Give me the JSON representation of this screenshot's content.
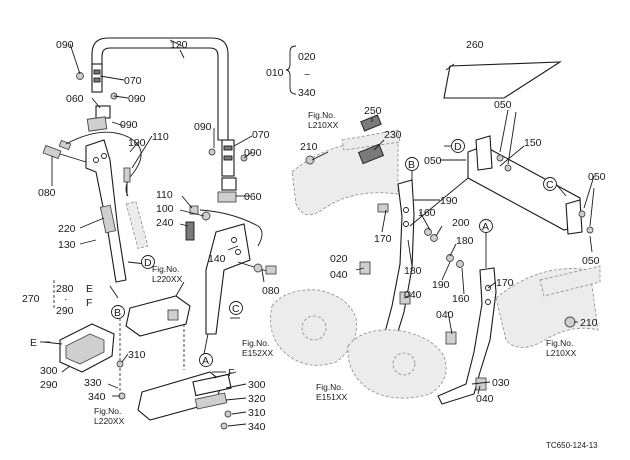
{
  "diagram": {
    "image_code": "TC650-124-13",
    "range_label": {
      "from": "020",
      "sep": "~",
      "to": "340",
      "group": "010"
    },
    "set_labels": {
      "a": {
        "group": "270",
        "top": "280",
        "bottom": "290",
        "sep": "·",
        "ref_e": "E",
        "ref_f": "F"
      }
    },
    "callouts": {
      "A": "A",
      "B": "B",
      "C": "C",
      "D": "D",
      "E": "E",
      "F": "F"
    },
    "fig_refs": [
      {
        "id": "fig-l210-top",
        "line1": "Fig.No.",
        "line2": "L210XX"
      },
      {
        "id": "fig-l220-mid",
        "line1": "Fig.No.",
        "line2": "L220XX"
      },
      {
        "id": "fig-e152",
        "line1": "Fig.No.",
        "line2": "E152XX"
      },
      {
        "id": "fig-e151",
        "line1": "Fig.No.",
        "line2": "E151XX"
      },
      {
        "id": "fig-l210-right",
        "line1": "Fig.No.",
        "line2": "L210XX"
      },
      {
        "id": "fig-l220-bottom",
        "line1": "Fig.No.",
        "line2": "L220XX"
      }
    ],
    "part_numbers": {
      "p090a": "090",
      "p120": "120",
      "p070a": "070",
      "p060a": "060",
      "p090b": "090",
      "p090c": "090",
      "p100a": "100",
      "p110a": "110",
      "p080a": "080",
      "p090d": "090",
      "p070b": "070",
      "p090e": "090",
      "p060b": "060",
      "p110b": "110",
      "p100b": "100",
      "p240": "240",
      "p220": "220",
      "p130": "130",
      "p140": "140",
      "p080b": "080",
      "p020top": "020",
      "p340top": "340",
      "p010": "010",
      "p250": "250",
      "p230": "230",
      "p210a": "210",
      "p170a": "170",
      "p260": "260",
      "p050a": "050",
      "p150": "150",
      "p050b": "050",
      "p050c": "050",
      "p050d": "050",
      "p190a": "190",
      "p160a": "160",
      "p200": "200",
      "p180a": "180",
      "p180b": "180",
      "p190b": "190",
      "p160b": "160",
      "p170b": "170",
      "p020": "020",
      "p040a": "040",
      "p040b": "040",
      "p040c": "040",
      "p040d": "040",
      "p210b": "210",
      "p030": "030",
      "p310a": "310",
      "p300a": "300",
      "p290": "290",
      "p330": "330",
      "p340a": "340",
      "p300b": "300",
      "p320": "320",
      "p310b": "310",
      "p340b": "340"
    }
  }
}
